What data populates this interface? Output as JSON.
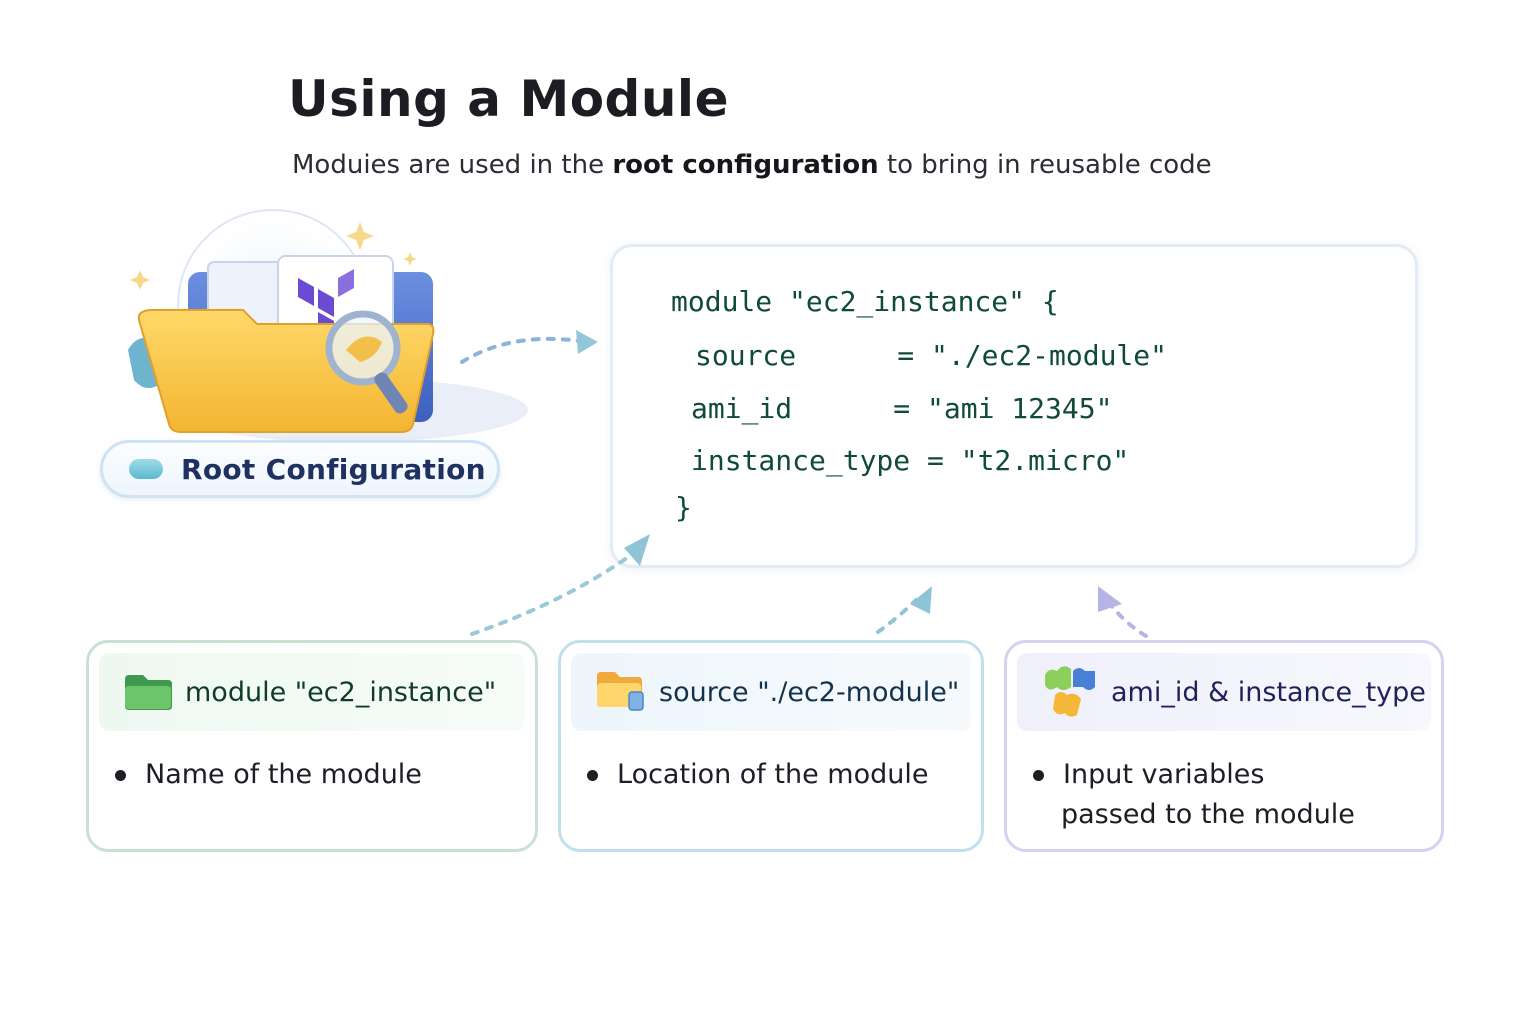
{
  "title": "Using a Module",
  "subtitle": {
    "before": "Moduies are used in the ",
    "bold": "root configuration",
    "after": " to bring in reusable code"
  },
  "root_pill": {
    "label": "Root Configuration"
  },
  "code": {
    "lines": [
      "module \"ec2_instance\" {",
      "source      = \"./ec2-module\"",
      "ami_id      = \"ami 12345\"",
      "instance_type = \"t2.micro\"",
      "}"
    ]
  },
  "cards": [
    {
      "icon": "green-folder-icon",
      "header": "module \"ec2_instance\"",
      "bullet_line1": "Name of the module",
      "bullet_line2": ""
    },
    {
      "icon": "yellow-folder-icon",
      "header": "source \"./ec2-module\"",
      "bullet_line1": "Location of the module",
      "bullet_line2": ""
    },
    {
      "icon": "puzzle-pieces-icon",
      "header": "ami_id & instance_type",
      "bullet_line1": "Input variables",
      "bullet_line2": "passed to the module"
    }
  ],
  "colors": {
    "code_text": "#0f4a3a",
    "card1_border": "#c8e2d2",
    "card2_border": "#bfe0ec",
    "card3_border": "#d1d3ef",
    "arrow_teal": "#8fc4d6",
    "arrow_purple": "#b6b4e6"
  }
}
